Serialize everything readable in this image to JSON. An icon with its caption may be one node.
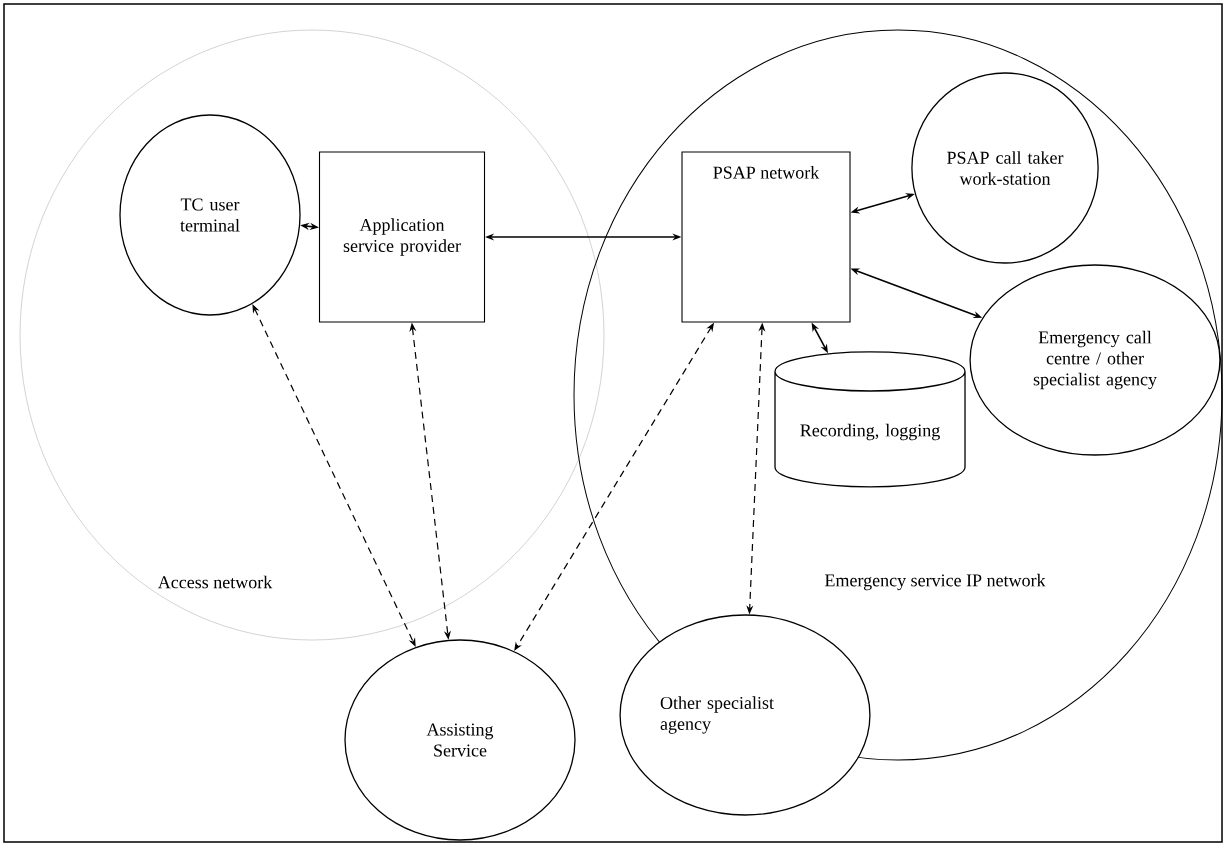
{
  "diagram": {
    "nodes": [
      {
        "text": [
          "Access network"
        ]
      },
      {
        "text": [
          "Emergency service IP network"
        ]
      },
      {
        "text": [
          "TC user terminal"
        ],
        "in": 0
      },
      {
        "text": [
          "Application service provider"
        ],
        "in": 0
      },
      {
        "text": [
          "PSAP network"
        ],
        "in": 1
      },
      {
        "text": [
          "PSAP call taker work-station"
        ],
        "in": 1
      },
      {
        "text": [
          "Recording, logging"
        ],
        "in": 1
      },
      {
        "text": [
          "Emergency call centre / other specialist agency"
        ],
        "in": 1
      },
      {
        "text": [
          "Assisting Service"
        ]
      },
      {
        "text": [
          "Other specialist agency"
        ]
      }
    ],
    "edges": [
      {
        "from": 2,
        "to": 3,
        "arrow": "both"
      },
      {
        "from": 3,
        "to": 4,
        "arrow": "both"
      },
      {
        "from": 4,
        "to": 5,
        "arrow": "both"
      },
      {
        "from": 4,
        "to": 7,
        "arrow": "both"
      },
      {
        "from": 4,
        "to": 6,
        "arrow": "both"
      },
      {
        "from": 2,
        "to": 8,
        "arrow": "both",
        "style": "dashed"
      },
      {
        "from": 3,
        "to": 8,
        "arrow": "both",
        "style": "dashed"
      },
      {
        "from": 4,
        "to": 8,
        "arrow": "both",
        "style": "dashed"
      },
      {
        "from": 4,
        "to": 9,
        "arrow": "both",
        "style": "dashed"
      }
    ]
  }
}
